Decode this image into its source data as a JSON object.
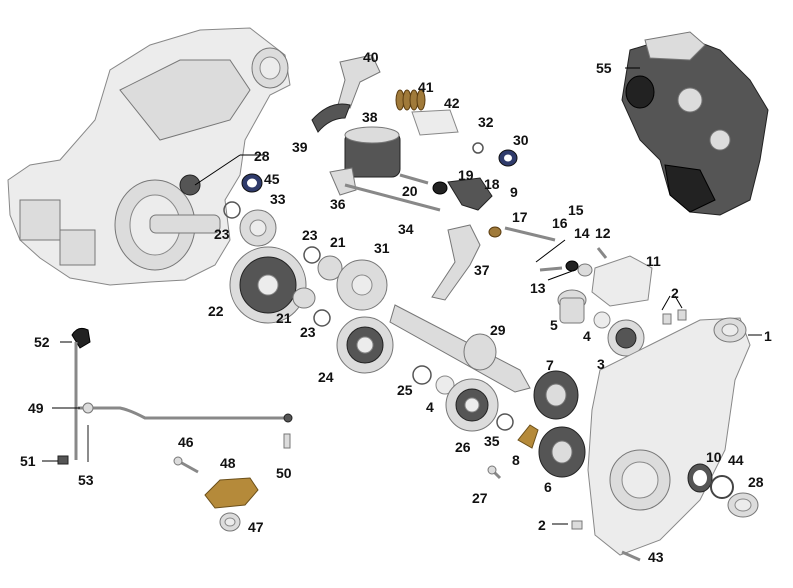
{
  "callouts": [
    {
      "id": "1",
      "label": "1"
    },
    {
      "id": "2a",
      "label": "2"
    },
    {
      "id": "2b",
      "label": "2"
    },
    {
      "id": "3",
      "label": "3"
    },
    {
      "id": "4a",
      "label": "4"
    },
    {
      "id": "4b",
      "label": "4"
    },
    {
      "id": "5",
      "label": "5"
    },
    {
      "id": "6",
      "label": "6"
    },
    {
      "id": "7",
      "label": "7"
    },
    {
      "id": "8",
      "label": "8"
    },
    {
      "id": "9",
      "label": "9"
    },
    {
      "id": "10",
      "label": "10"
    },
    {
      "id": "11",
      "label": "11"
    },
    {
      "id": "12",
      "label": "12"
    },
    {
      "id": "13",
      "label": "13"
    },
    {
      "id": "14",
      "label": "14"
    },
    {
      "id": "15",
      "label": "15"
    },
    {
      "id": "16",
      "label": "16"
    },
    {
      "id": "17",
      "label": "17"
    },
    {
      "id": "18",
      "label": "18"
    },
    {
      "id": "19",
      "label": "19"
    },
    {
      "id": "20",
      "label": "20"
    },
    {
      "id": "21a",
      "label": "21"
    },
    {
      "id": "21b",
      "label": "21"
    },
    {
      "id": "22",
      "label": "22"
    },
    {
      "id": "23a",
      "label": "23"
    },
    {
      "id": "23b",
      "label": "23"
    },
    {
      "id": "23c",
      "label": "23"
    },
    {
      "id": "24",
      "label": "24"
    },
    {
      "id": "25",
      "label": "25"
    },
    {
      "id": "26",
      "label": "26"
    },
    {
      "id": "27",
      "label": "27"
    },
    {
      "id": "28a",
      "label": "28"
    },
    {
      "id": "28b",
      "label": "28"
    },
    {
      "id": "29",
      "label": "29"
    },
    {
      "id": "30",
      "label": "30"
    },
    {
      "id": "31",
      "label": "31"
    },
    {
      "id": "32",
      "label": "32"
    },
    {
      "id": "33",
      "label": "33"
    },
    {
      "id": "34",
      "label": "34"
    },
    {
      "id": "35",
      "label": "35"
    },
    {
      "id": "36",
      "label": "36"
    },
    {
      "id": "37",
      "label": "37"
    },
    {
      "id": "38",
      "label": "38"
    },
    {
      "id": "39",
      "label": "39"
    },
    {
      "id": "40",
      "label": "40"
    },
    {
      "id": "41",
      "label": "41"
    },
    {
      "id": "42",
      "label": "42"
    },
    {
      "id": "43",
      "label": "43"
    },
    {
      "id": "44",
      "label": "44"
    },
    {
      "id": "45",
      "label": "45"
    },
    {
      "id": "46",
      "label": "46"
    },
    {
      "id": "47",
      "label": "47"
    },
    {
      "id": "48",
      "label": "48"
    },
    {
      "id": "49",
      "label": "49"
    },
    {
      "id": "50",
      "label": "50"
    },
    {
      "id": "51",
      "label": "51"
    },
    {
      "id": "52",
      "label": "52"
    },
    {
      "id": "53",
      "label": "53"
    },
    {
      "id": "55",
      "label": "55"
    }
  ]
}
